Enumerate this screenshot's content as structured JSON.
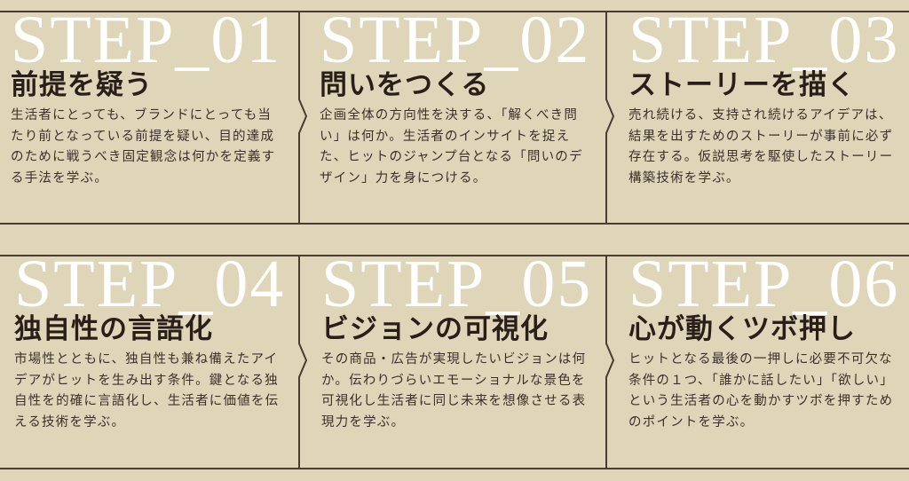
{
  "colors": {
    "background": "#dfd6b9",
    "line": "#4a3c32",
    "step": "#ffffff",
    "title": "#2a1f18"
  },
  "steps": [
    {
      "label": "STEP_01",
      "title": "前提を疑う",
      "body": "生活者にとっても、ブランドにとっても当たり前となっている前提を疑い、目的達成のために戦うべき固定観念は何かを定義する手法を学ぶ。"
    },
    {
      "label": "STEP_02",
      "title": "問いをつくる",
      "body": "企画全体の方向性を決する、「解くべき問い」は何か。生活者のインサイトを捉えた、ヒットのジャンプ台となる「問いのデザイン」力を身につける。"
    },
    {
      "label": "STEP_03",
      "title": "ストーリーを描く",
      "body": "売れ続ける、支持され続けるアイデアは、結果を出すためのストーリーが事前に必ず存在する。仮説思考を駆使したストーリー構築技術を学ぶ。"
    },
    {
      "label": "STEP_04",
      "title": "独自性の言語化",
      "body": "市場性とともに、独自性も兼ね備えたアイデアがヒットを生み出す条件。鍵となる独自性を的確に言語化し、生活者に価値を伝える技術を学ぶ。"
    },
    {
      "label": "STEP_05",
      "title": "ビジョンの可視化",
      "body": "その商品・広告が実現したいビジョンは何か。伝わりづらいエモーショナルな景色を可視化し生活者に同じ未来を想像させる表現力を学ぶ。"
    },
    {
      "label": "STEP_06",
      "title": "心が動くツボ押し",
      "body": "ヒットとなる最後の一押しに必要不可欠な条件の１つ、「誰かに話したい」「欲しい」という生活者の心を動かすツボを押すためのポイントを学ぶ。"
    }
  ]
}
